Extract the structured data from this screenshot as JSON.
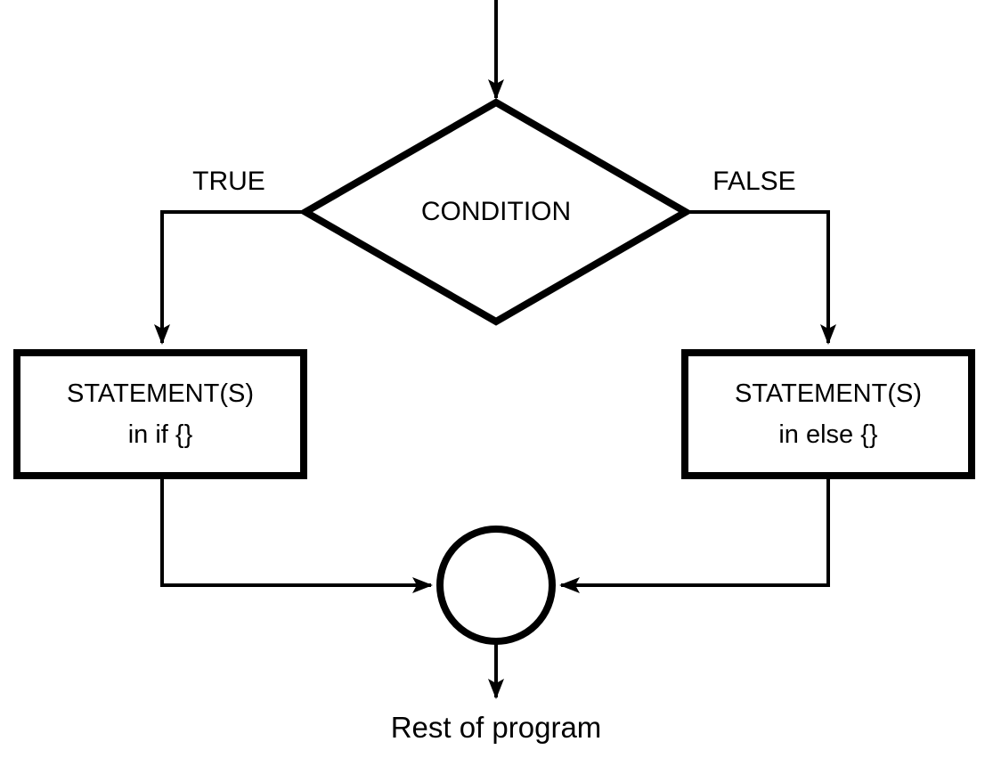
{
  "diagram": {
    "colors": {
      "background": "#ffffff",
      "stroke": "#000000",
      "text": "#000000"
    },
    "condition": {
      "label": "CONDITION"
    },
    "branches": {
      "true_label": "TRUE",
      "false_label": "FALSE"
    },
    "if_box": {
      "line1": "STATEMENT(S)",
      "line2": "in if {}"
    },
    "else_box": {
      "line1": "STATEMENT(S)",
      "line2": "in else {}"
    },
    "junction": {
      "shape": "circle-connector"
    },
    "footer": {
      "label": "Rest of program"
    }
  }
}
